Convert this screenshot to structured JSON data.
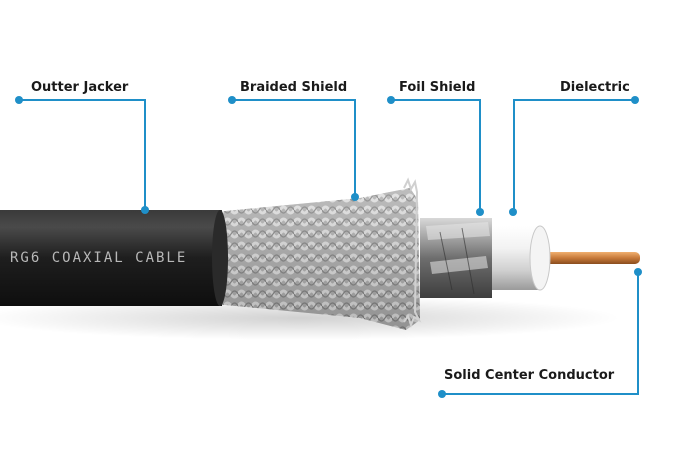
{
  "cable_print": "RG6 COAXIAL CABLE",
  "labels": {
    "outer_jacket": "Outter Jacker",
    "braided_shield": "Braided Shield",
    "foil_shield": "Foil Shield",
    "dielectric": "Dielectric",
    "center_conductor": "Solid Center Conductor"
  },
  "colors": {
    "accent": "#1f8fc8",
    "jacket": "#1c1c1c",
    "braid": "#b9b9b9",
    "foil": "#8c8c8c",
    "dielectric": "#e8e8e8",
    "conductor": "#c77a3a"
  }
}
